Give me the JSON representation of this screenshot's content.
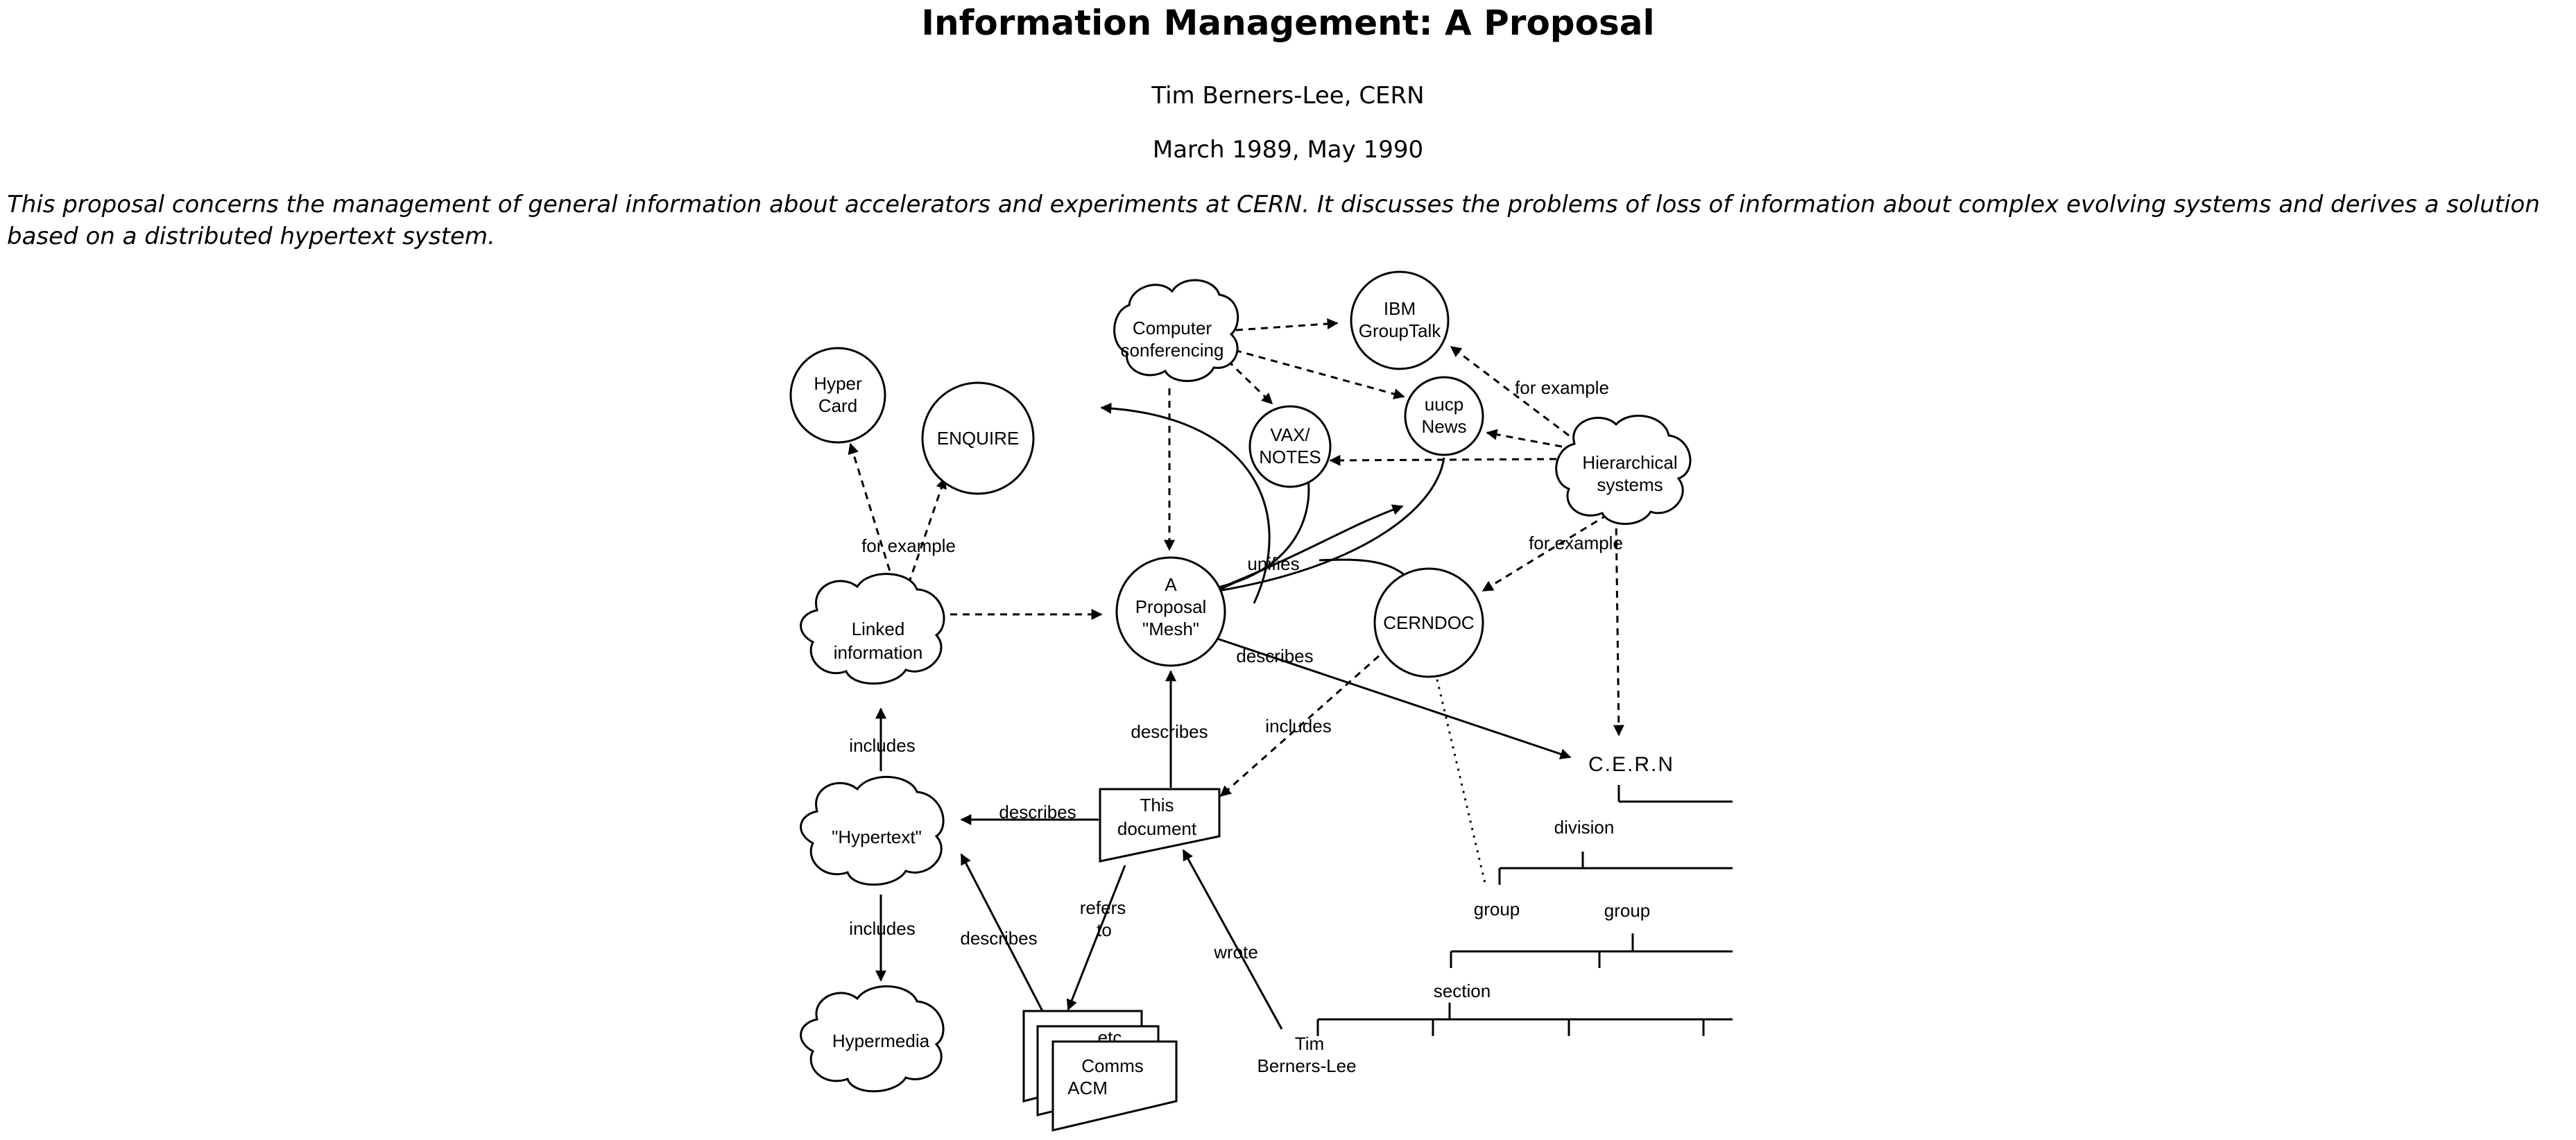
{
  "document": {
    "title": "Information Management: A Proposal",
    "author": "Tim Berners-Lee, CERN",
    "date": "March 1989, May 1990",
    "abstract": "This proposal concerns the management of general information about accelerators and experiments at CERN. It discusses the problems of loss of information about complex evolving systems and derives a solution based on a distributed hypertext system."
  },
  "diagram": {
    "nodes": {
      "hypercard_1": "Hyper",
      "hypercard_2": "Card",
      "enquire": "ENQUIRE",
      "computer_conf_1": "Computer",
      "computer_conf_2": "conferencing",
      "ibm_1": "IBM",
      "ibm_2": "GroupTalk",
      "vax_1": "VAX/",
      "vax_2": "NOTES",
      "uucp_1": "uucp",
      "uucp_2": "News",
      "hierarchical_1": "Hierarchical",
      "hierarchical_2": "systems",
      "linked_1": "Linked",
      "linked_2": "information",
      "mesh_1": "A",
      "mesh_2": "Proposal",
      "mesh_3": "\"Mesh\"",
      "cerndoc": "CERNDOC",
      "hypertext": "\"Hypertext\"",
      "this_doc_1": "This",
      "this_doc_2": "document",
      "hypermedia": "Hypermedia",
      "etc": "etc",
      "comms_1": "Comms",
      "comms_2": "ACM",
      "tbl_1": "Tim",
      "tbl_2": "Berners-Lee",
      "cern": "C.E.R.N",
      "division": "division",
      "group_1": "group",
      "group_2": "group",
      "section": "section"
    },
    "edge_labels": {
      "for_example_1": "for example",
      "for_example_2": "for example",
      "for_example_3": "for example",
      "unifies": "unifies",
      "describes_1": "describes",
      "describes_2": "describes",
      "describes_3": "describes",
      "describes_4": "describes",
      "includes_1": "includes",
      "includes_2": "includes",
      "includes_3": "includes",
      "refers_1": "refers",
      "refers_2": "to",
      "wrote": "wrote"
    }
  }
}
